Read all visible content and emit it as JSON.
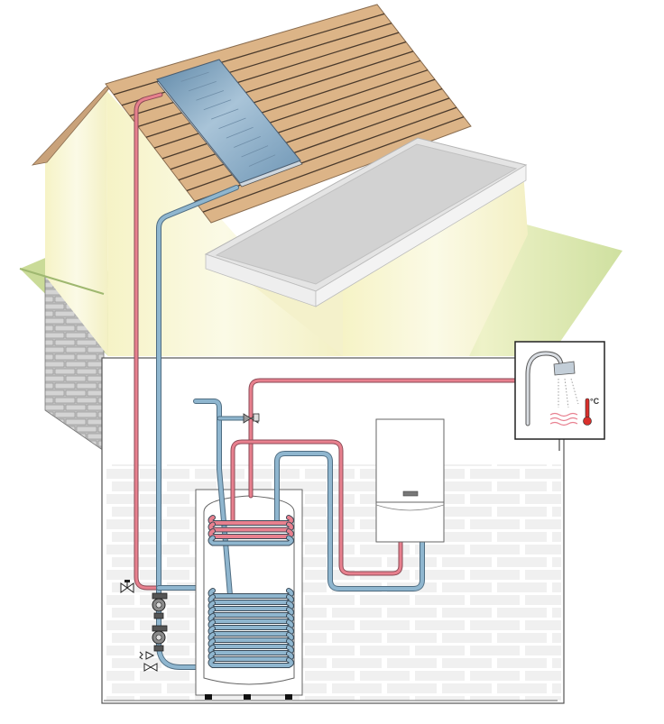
{
  "diagram": {
    "title": "Solar thermal domestic hot water system",
    "components": [
      {
        "id": "solar-collector",
        "label": "Solar collector"
      },
      {
        "id": "hot-water-cylinder",
        "label": "Twin-coil hot water cylinder"
      },
      {
        "id": "boiler",
        "label": "Wall-hung boiler"
      },
      {
        "id": "pump-station",
        "label": "Solar pump station"
      },
      {
        "id": "mixing-valve",
        "label": "Thermostatic mixing valve"
      },
      {
        "id": "hot-water-outlet",
        "label": "Hot water outlet (shower)"
      }
    ],
    "outlet_callout": {
      "unit_label": "°C"
    },
    "colors": {
      "hot_pipe": "#e8808e",
      "cold_pipe": "#8fb6cf",
      "roof": "#dcb487",
      "collector": "#7fa7c4",
      "wall": "#f5f2cc",
      "ground": "#d6e4a4",
      "brick": "#c8c8c8",
      "thermometer": "#d9302c"
    }
  }
}
